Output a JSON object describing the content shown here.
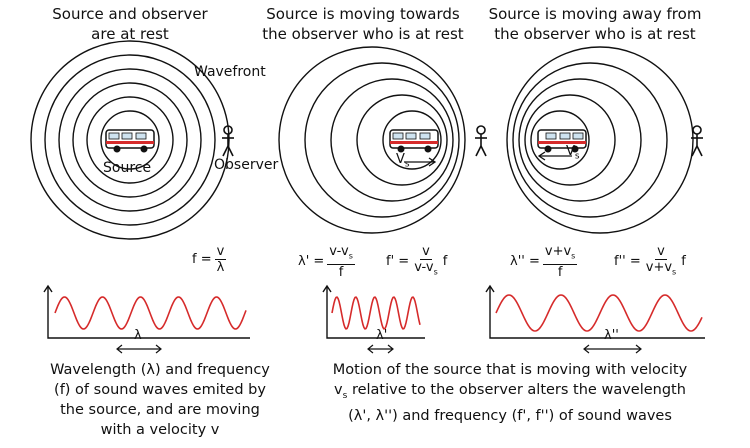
{
  "panels": [
    {
      "heading": [
        "Source and observer",
        "are at rest"
      ],
      "wavefront_label": "Wavefront",
      "source_label": "Source",
      "observer_label": "Observer",
      "equation": {
        "lhs": "f =",
        "num": "v",
        "den": "λ",
        "tail": ""
      },
      "wave_label": "λ"
    },
    {
      "heading": [
        "Source is moving towards",
        "the observer who is at rest"
      ],
      "velocity_label": "V",
      "velocity_sub": "s",
      "eq1": {
        "lhs": "λ' =",
        "num": "v-v",
        "num_sub": "s",
        "den": "f",
        "tail": ""
      },
      "eq2": {
        "lhs": "f' =",
        "num": "v",
        "den": "v-v",
        "den_sub": "s",
        "tail": "f"
      },
      "wave_label": "λ'"
    },
    {
      "heading": [
        "Source is moving away from",
        "the observer who is at rest"
      ],
      "velocity_label": "V",
      "velocity_sub": "s",
      "eq1": {
        "lhs": "λ'' =",
        "num": "v+v",
        "num_sub": "s",
        "den": "f",
        "tail": ""
      },
      "eq2": {
        "lhs": "f'' =",
        "num": "v",
        "den": "v+v",
        "den_sub": "s",
        "tail": "f"
      },
      "wave_label": "λ''"
    }
  ],
  "caption_left": [
    "Wavelength (λ) and frequency",
    "(f) of sound waves emited by",
    "the source, and are moving",
    "with a velocity v"
  ],
  "caption_right": {
    "line1": "Motion of the source that is moving with velocity",
    "line2_v": "v",
    "line2_sub": "s",
    "line2_rest": " relative to the observer alters the wavelength",
    "line3": "(λ', λ'') and frequency (f', f'') of sound waves"
  },
  "colors": {
    "wave": "#d62b2b",
    "ink": "#111111",
    "van_stripe": "#d62b2b"
  }
}
